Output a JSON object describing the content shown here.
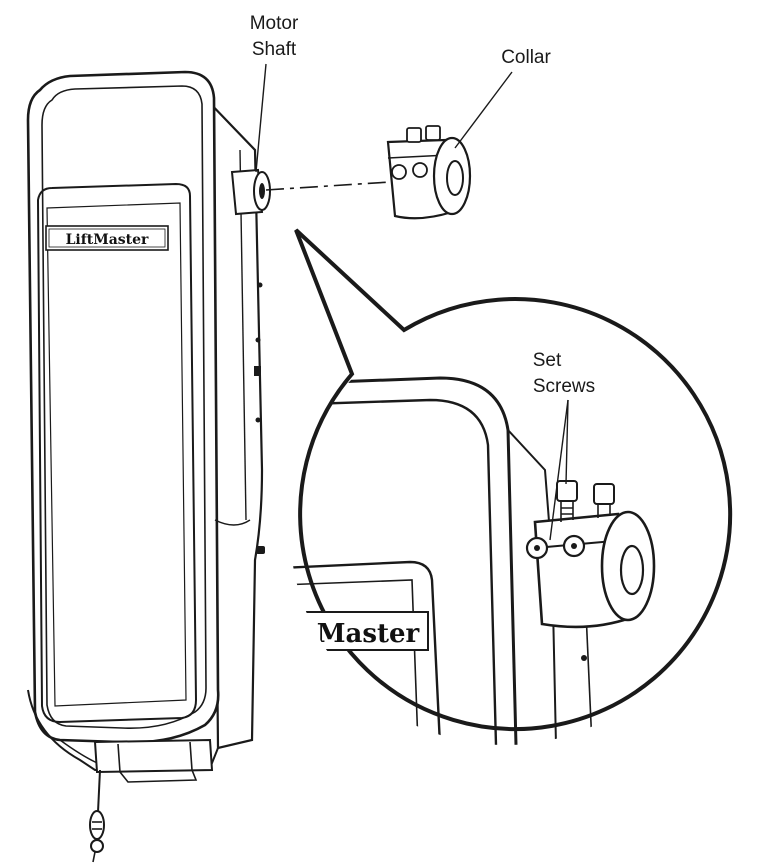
{
  "labels": {
    "motor_shaft": [
      "Motor",
      "Shaft"
    ],
    "collar": "Collar",
    "set_screws": [
      "Set",
      "Screws"
    ]
  },
  "logo": {
    "text": "LiftMaster",
    "detail_text": "Master"
  },
  "colors": {
    "line": "#1a1a1a",
    "background": "#ffffff"
  }
}
